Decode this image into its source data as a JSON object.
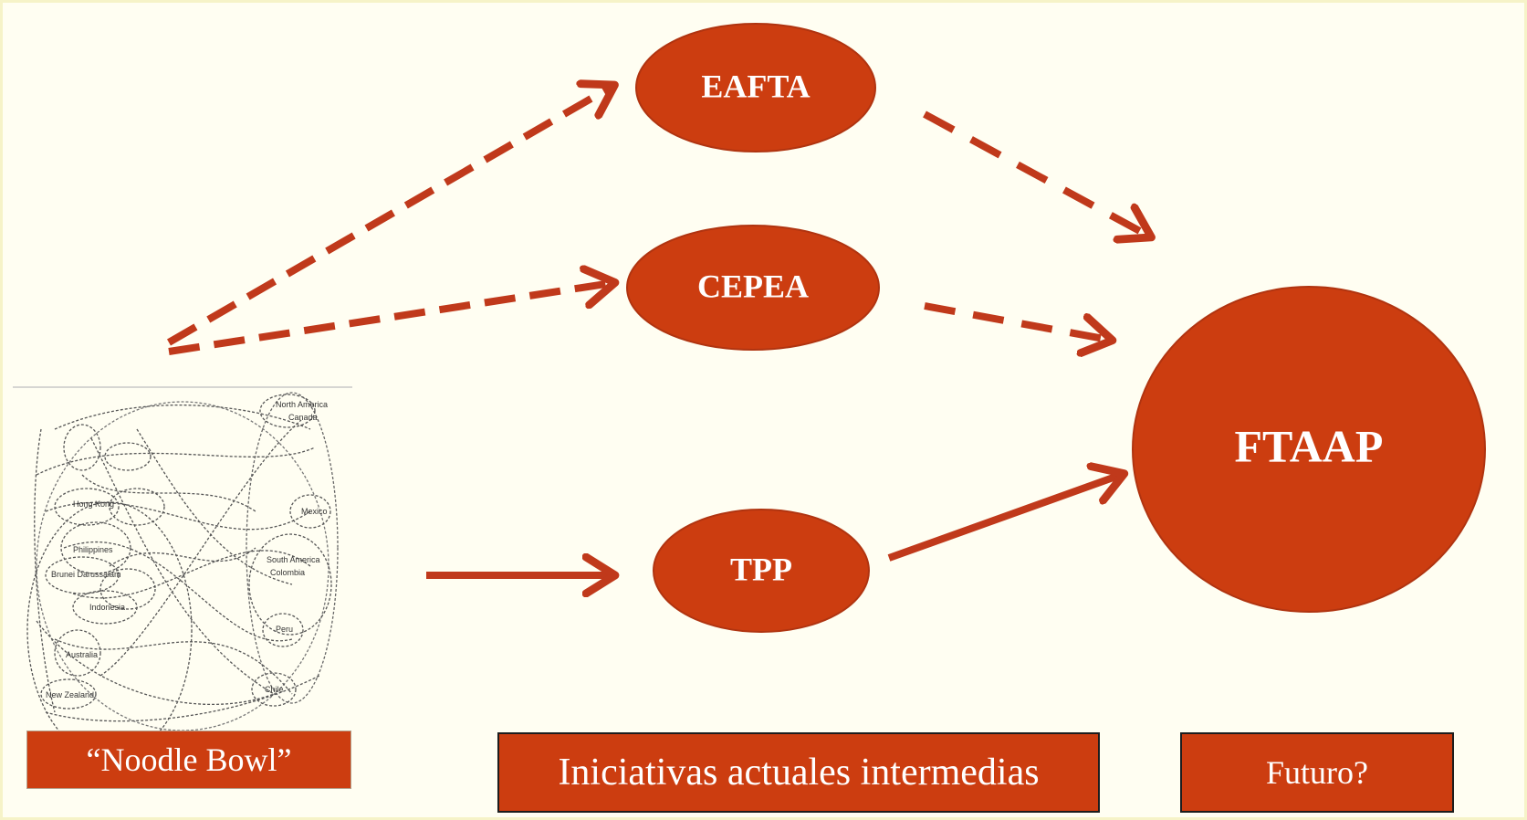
{
  "nodes": {
    "eafta": {
      "label": "EAFTA"
    },
    "cepea": {
      "label": "CEPEA"
    },
    "tpp": {
      "label": "TPP"
    },
    "ftaap": {
      "label": "FTAAP"
    }
  },
  "captions": {
    "noodle_bowl": "“Noodle Bowl”",
    "intermediate": "Iniciativas actuales intermedias",
    "future": "Futuro?"
  },
  "noodle_bowl_map": {
    "labels": [
      "Hong Kong",
      "Philippines",
      "Brunei Darussalam",
      "Indonesia",
      "Australia",
      "New Zealand",
      "North America",
      "Canada",
      "Mexico",
      "South America",
      "Colombia",
      "Peru",
      "Chile"
    ]
  },
  "colors": {
    "accent": "#cc3d10",
    "node_fill": "#cc3d10",
    "node_stroke": "#b03410",
    "arrow": "#c0391b",
    "text_on_accent": "#ffffff",
    "background": "#fffef2"
  }
}
